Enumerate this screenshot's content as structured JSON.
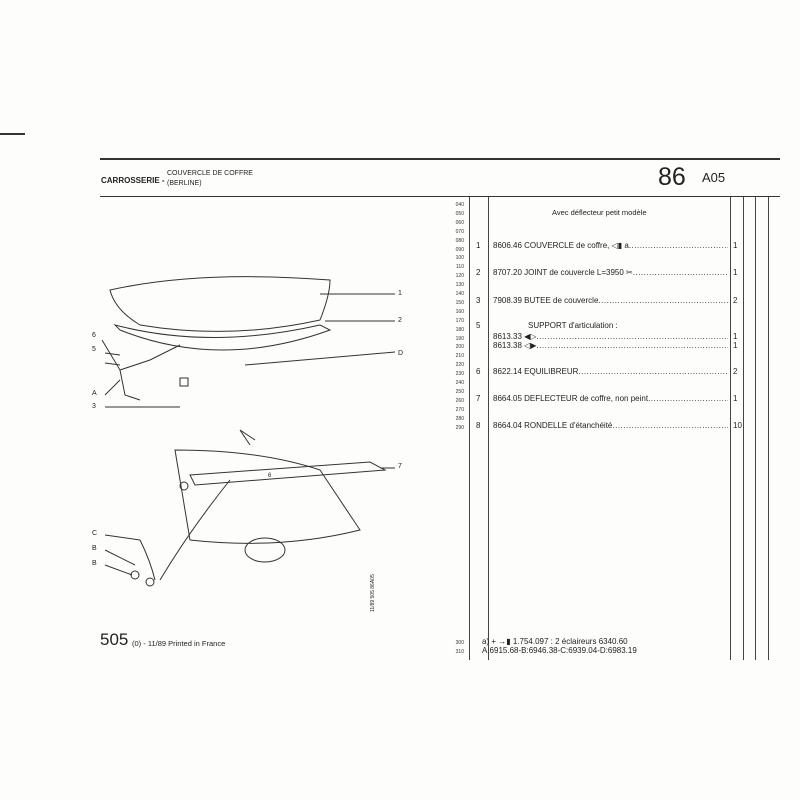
{
  "header": {
    "section": "CARROSSERIE -",
    "subtitle_line1": "COUVERCLE DE COFFRE",
    "subtitle_line2": "(BERLINE)",
    "group": "86",
    "plate": "A05"
  },
  "table": {
    "heading": "Avec déflecteur petit modèle",
    "line_numbers": [
      "040",
      "050",
      "060",
      "070",
      "080",
      "090",
      "100",
      "110",
      "120",
      "130",
      "140",
      "150",
      "160",
      "170",
      "180",
      "190",
      "200",
      "210",
      "220",
      "230",
      "240",
      "250",
      "260",
      "270",
      "280",
      "290"
    ],
    "rows": [
      {
        "index": "1",
        "text": "8606.46 COUVERCLE de coffre, ◁▮ a",
        "qty": "1"
      },
      {
        "index": "2",
        "text": "8707.20 JOINT de couvercle L=3950 ✂",
        "qty": "1"
      },
      {
        "index": "3",
        "text": "7908.39 BUTEE de couvercle",
        "qty": "2"
      },
      {
        "index": "5",
        "text": "SUPPORT d'articulation :",
        "qty": ""
      },
      {
        "index": "",
        "text": "8613.33 ◀▷",
        "qty": "1"
      },
      {
        "index": "",
        "text": "8613.38 ◁▶",
        "qty": "1"
      },
      {
        "index": "6",
        "text": "8622.14 EQUILIBREUR",
        "qty": "2"
      },
      {
        "index": "7",
        "text": "8664.05 DEFLECTEUR de coffre, non peint",
        "qty": "1"
      },
      {
        "index": "8",
        "text": "8664.04 RONDELLE d'étanchéité",
        "qty": "10"
      }
    ],
    "footnotes": [
      {
        "line": "300",
        "text": "a)  +  →▮ 1.754.097 : 2 éclaireurs 6340.60"
      },
      {
        "line": "310",
        "text": "A:6915.68-B:6946.38-C:6939.04-D:6983.19"
      }
    ]
  },
  "diagram": {
    "callouts_top": [
      "1",
      "2",
      "D",
      "6",
      "5",
      "A",
      "3"
    ],
    "callouts_bottom": [
      "7",
      "C",
      "B",
      "B"
    ],
    "small_label": "6"
  },
  "footer": {
    "model": "505",
    "text": "(0) - 11/89 Printed in France",
    "vertical_ref": "11/89  505  86A05"
  }
}
